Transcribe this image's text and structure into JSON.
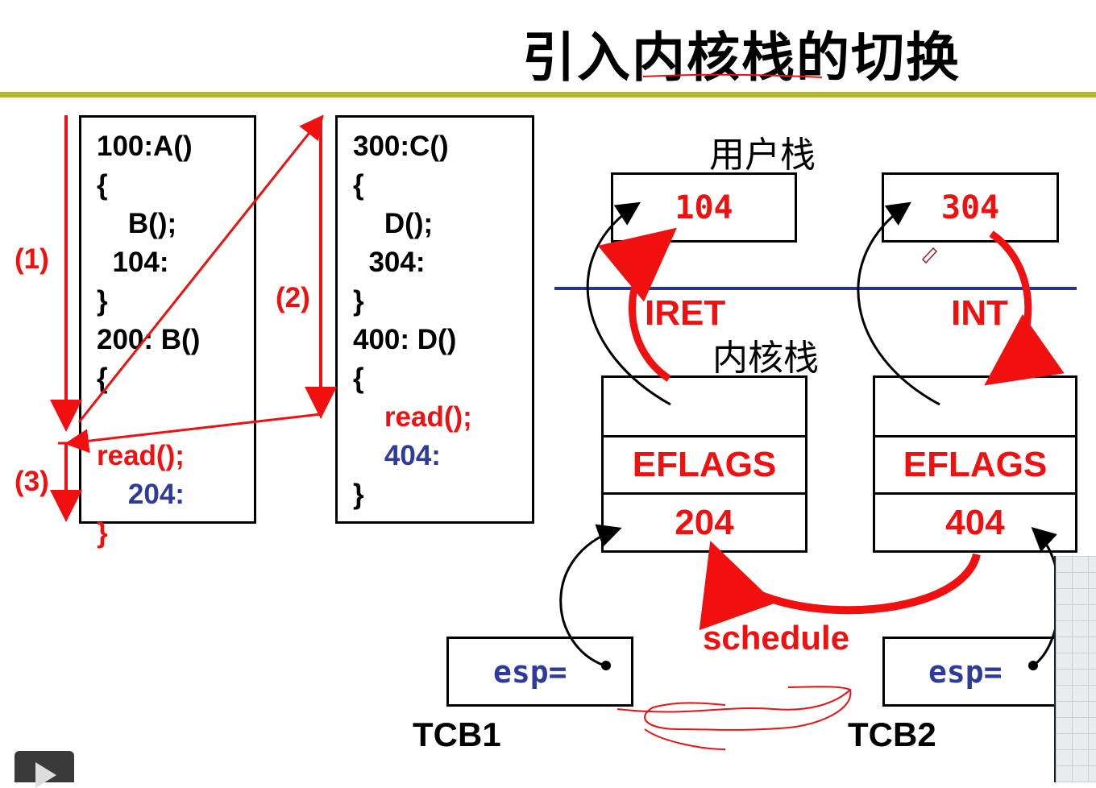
{
  "title": "引入内核栈的切换",
  "program1": {
    "lines": [
      "100:A()",
      "{",
      "    B();",
      "  104:",
      "}",
      "200: B()",
      "{",
      "read();",
      "    204:",
      "}"
    ]
  },
  "program2": {
    "lines": [
      "300:C()",
      "{",
      "    D();",
      "  304:",
      "}",
      "400: D()",
      "{",
      "    read();",
      "    404:",
      "}"
    ]
  },
  "steps": [
    "(1)",
    "(2)",
    "(3)"
  ],
  "user_stack_label": "用户栈",
  "kernel_stack_label": "内核栈",
  "user_stack": [
    "104",
    "304"
  ],
  "iret_label": "IRET",
  "int_label": "INT",
  "kernel_stack_1": [
    "",
    "EFLAGS",
    "204"
  ],
  "kernel_stack_2": [
    "",
    "EFLAGS",
    "404"
  ],
  "schedule_label": "schedule",
  "tcb1": {
    "label": "TCB1",
    "field": "esp="
  },
  "tcb2": {
    "label": "TCB2",
    "field": "esp="
  },
  "colors": {
    "red": "#f01010",
    "blue_text": "#2e3a9c",
    "divider": "#26349a",
    "rule": "#b5b534"
  }
}
